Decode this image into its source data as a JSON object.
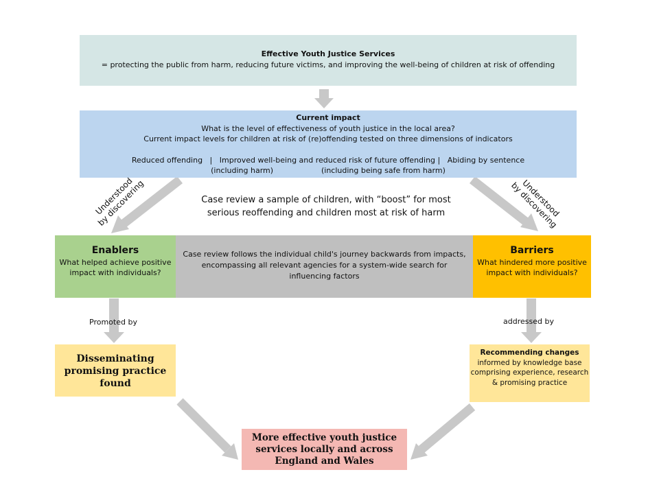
{
  "top": {
    "title": "Effective Youth Justice Services",
    "text": "= protecting the public from harm, reducing future victims, and improving the well-being of children at risk of offending"
  },
  "impact": {
    "title": "Current impact",
    "line1": "What is the level of effectiveness of youth justice in the local area?",
    "line2": "Current impact levels for children at risk of (re)offending tested on three dimensions of indicators",
    "dims_line1": "Reduced offending   |   Improved well-being and reduced risk of future offending |   Abiding by sentence",
    "dims_line2": "(including harm)                    (including being safe from harm)"
  },
  "labels": {
    "understood_left": "Understood\nby discovering",
    "understood_right": "Understood\nby discovering",
    "promoted": "Promoted by",
    "addressed": "addressed by"
  },
  "case_review": "Case review a sample of children, with “boost” for most serious reoffending and children most at risk of harm",
  "enablers": {
    "title": "Enablers",
    "text": "What helped achieve positive impact with individuals?"
  },
  "middle": "Case review follows the individual child's journey backwards from impacts, encompassing all relevant agencies for a system-wide search for influencing factors",
  "barriers": {
    "title": "Barriers",
    "text": "What hindered more positive impact with individuals?"
  },
  "disseminating": "Disseminating promising practice found",
  "recommending": {
    "title": "Recommending changes",
    "text": "informed by knowledge base comprising experience, research & promising practice"
  },
  "final": "More effective youth justice services locally and across England and Wales",
  "colors": {
    "top": "#d5e6e5",
    "impact": "#bcd5ef",
    "enablers": "#a9d18e",
    "middle": "#bfbfbf",
    "barriers": "#ffc000",
    "yellow": "#ffe699",
    "final": "#f4b8b3",
    "arrow": "#c8c8c8"
  }
}
